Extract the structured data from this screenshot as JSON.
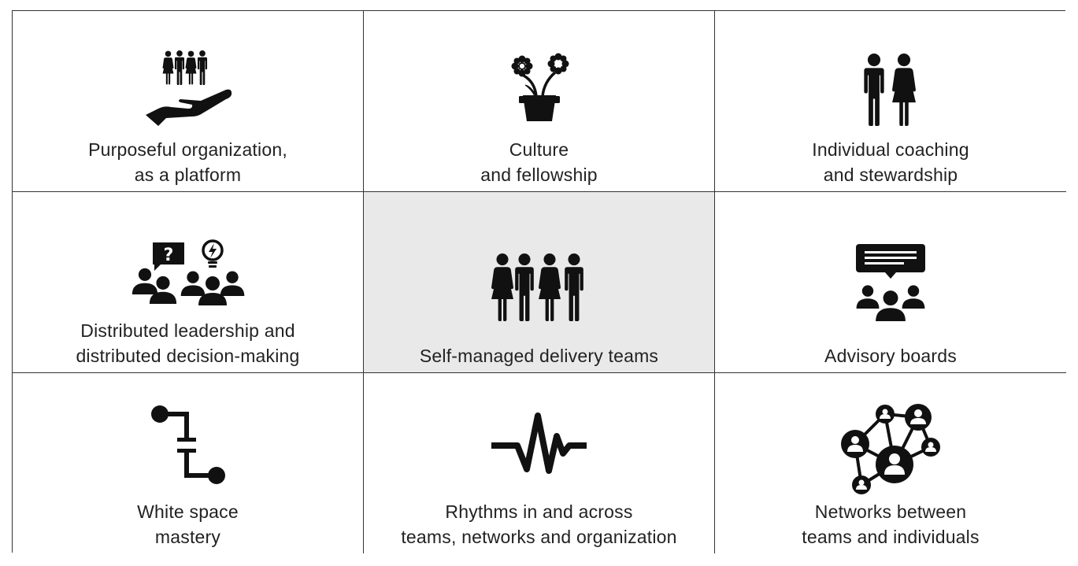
{
  "cells": [
    {
      "icon": "hand-holding-people-icon",
      "lines": [
        "Purposeful organization,",
        "as a platform"
      ]
    },
    {
      "icon": "flower-pot-icon",
      "lines": [
        "Culture",
        "and fellowship"
      ]
    },
    {
      "icon": "couple-icon",
      "lines": [
        "Individual coaching",
        "and stewardship"
      ]
    },
    {
      "icon": "discussion-group-icon",
      "lines": [
        "Distributed leadership and",
        "distributed decision-making"
      ]
    },
    {
      "icon": "team-of-four-icon",
      "lines": [
        "Self-managed delivery teams"
      ],
      "highlighted": true
    },
    {
      "icon": "advisory-board-icon",
      "lines": [
        "Advisory boards"
      ]
    },
    {
      "icon": "process-path-icon",
      "lines": [
        "White space",
        "mastery"
      ]
    },
    {
      "icon": "heartbeat-icon",
      "lines": [
        "Rhythms in and across",
        "teams, networks and organization"
      ]
    },
    {
      "icon": "people-network-icon",
      "lines": [
        "Networks between",
        "teams and individuals"
      ]
    }
  ],
  "colors": {
    "border": "#333333",
    "icon": "#111111",
    "highlight": "#e9e9e9",
    "text": "#222222"
  }
}
